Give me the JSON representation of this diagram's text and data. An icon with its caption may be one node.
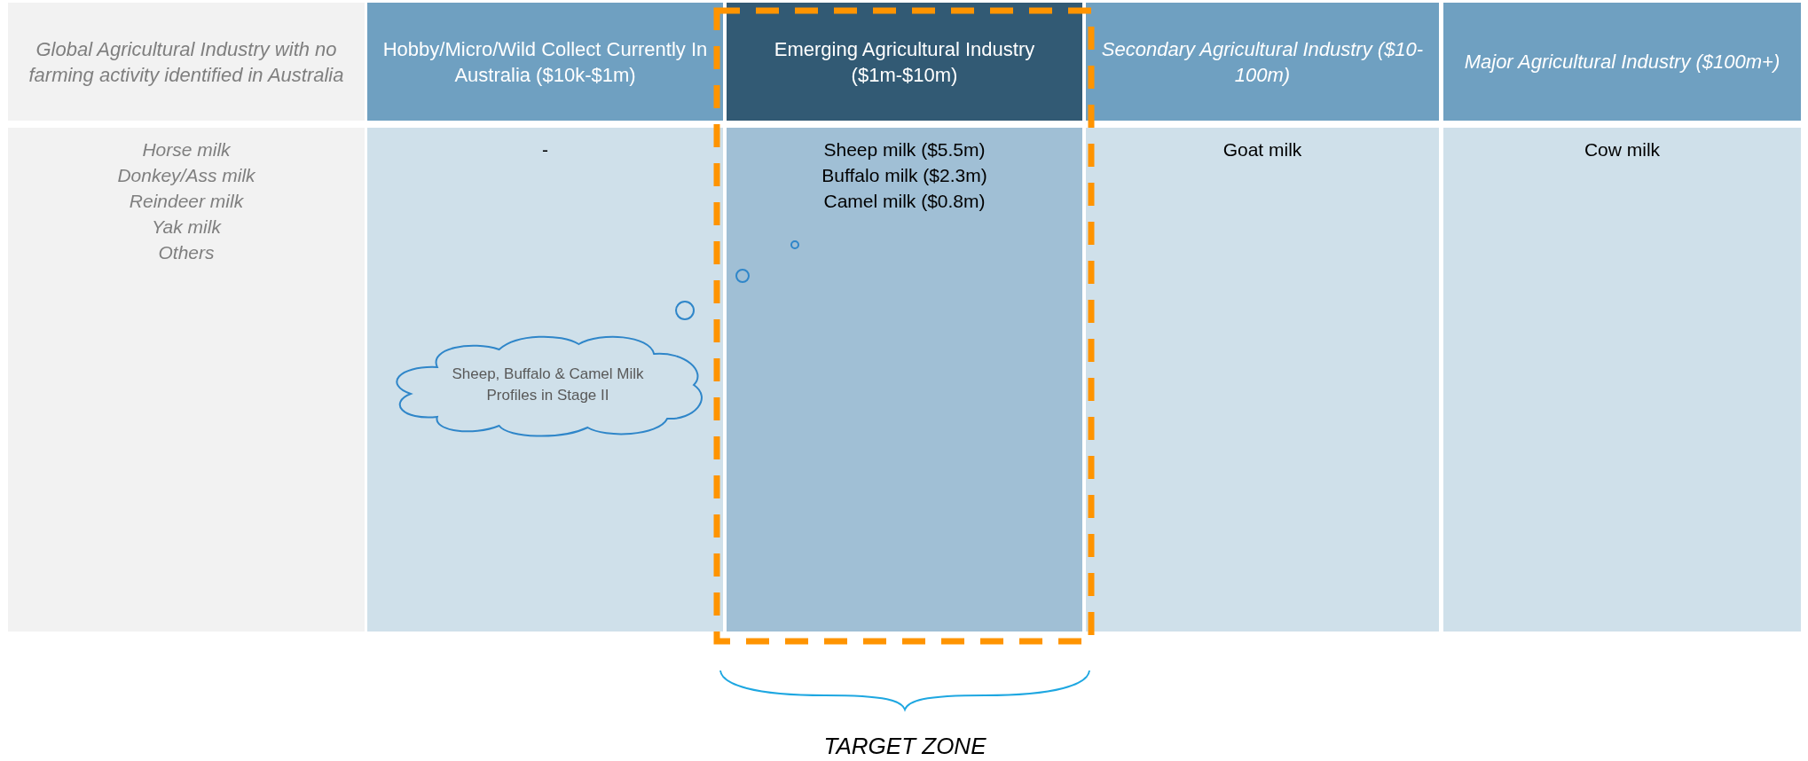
{
  "diagram": {
    "nodes": [
      {
        "text": [
          "Global Agricultural Industry with no farming activity identified in Australia"
        ]
      },
      {
        "text": [
          "Hobby/Micro/Wild Collect Currently In Australia ($10k-$1m)"
        ]
      },
      {
        "text": [
          "Emerging Agricultural Industry ($1m-$10m)"
        ]
      },
      {
        "text": [
          "Secondary Agricultural Industry ($10-100m)"
        ]
      },
      {
        "text": [
          "Major Agricultural Industry ($100m+)"
        ]
      },
      {
        "text": [
          "Horse milk",
          "Donkey/Ass milk",
          "Reindeer milk",
          "Yak milk",
          "Others"
        ]
      },
      {
        "text": [
          "-"
        ]
      },
      {
        "text": [
          "Sheep milk ($5.5m)",
          "Buffalo milk ($2.3m)",
          "Camel milk ($0.8m)"
        ]
      },
      {
        "text": [
          "Goat milk"
        ]
      },
      {
        "text": [
          "Cow milk"
        ]
      },
      {
        "text": [
          "Sheep, Buffalo & Camel Milk Profiles in Stage II"
        ],
        "in": 6
      }
    ],
    "edges": [],
    "labels": [
      "TARGET ZONE"
    ]
  }
}
